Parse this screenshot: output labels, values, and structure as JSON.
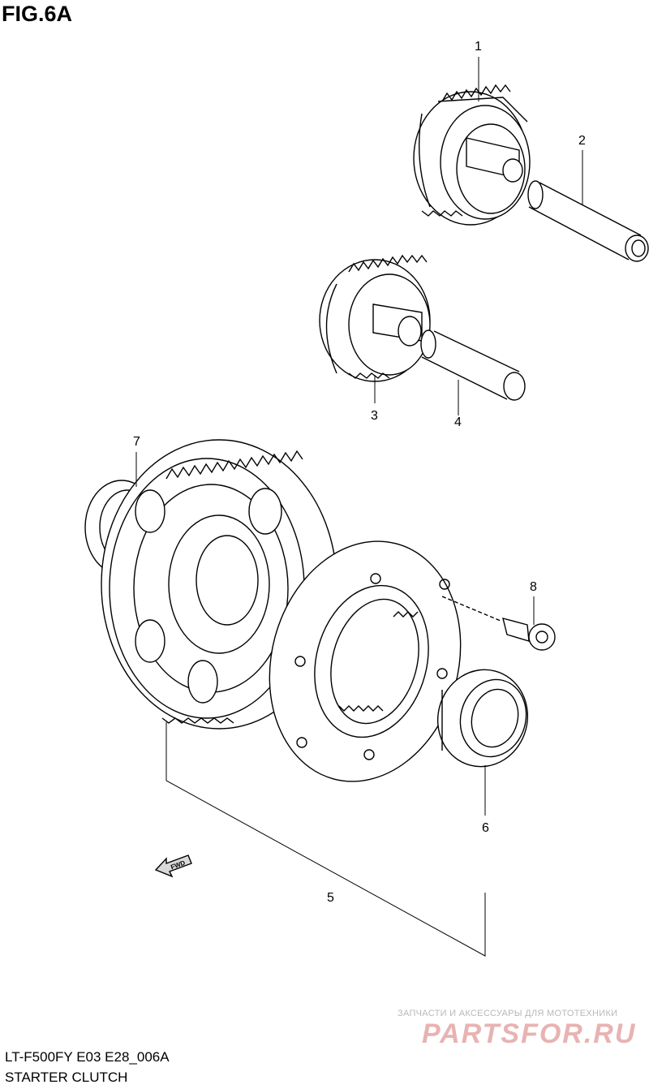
{
  "figure": {
    "title": "FIG.6A",
    "model_code": "LT-F500FY E03 E28_006A",
    "section_name": "STARTER CLUTCH"
  },
  "callouts": {
    "c1": "1",
    "c2": "2",
    "c3": "3",
    "c4": "4",
    "c5": "5",
    "c6": "6",
    "c7": "7",
    "c8": "8"
  },
  "fwd_label": "FWD",
  "watermark": {
    "tagline": "ЗАПЧАСТИ И АКСЕССУАРЫ ДЛЯ МОТОТЕХНИКИ",
    "logo": "PARTSFOR.RU"
  }
}
